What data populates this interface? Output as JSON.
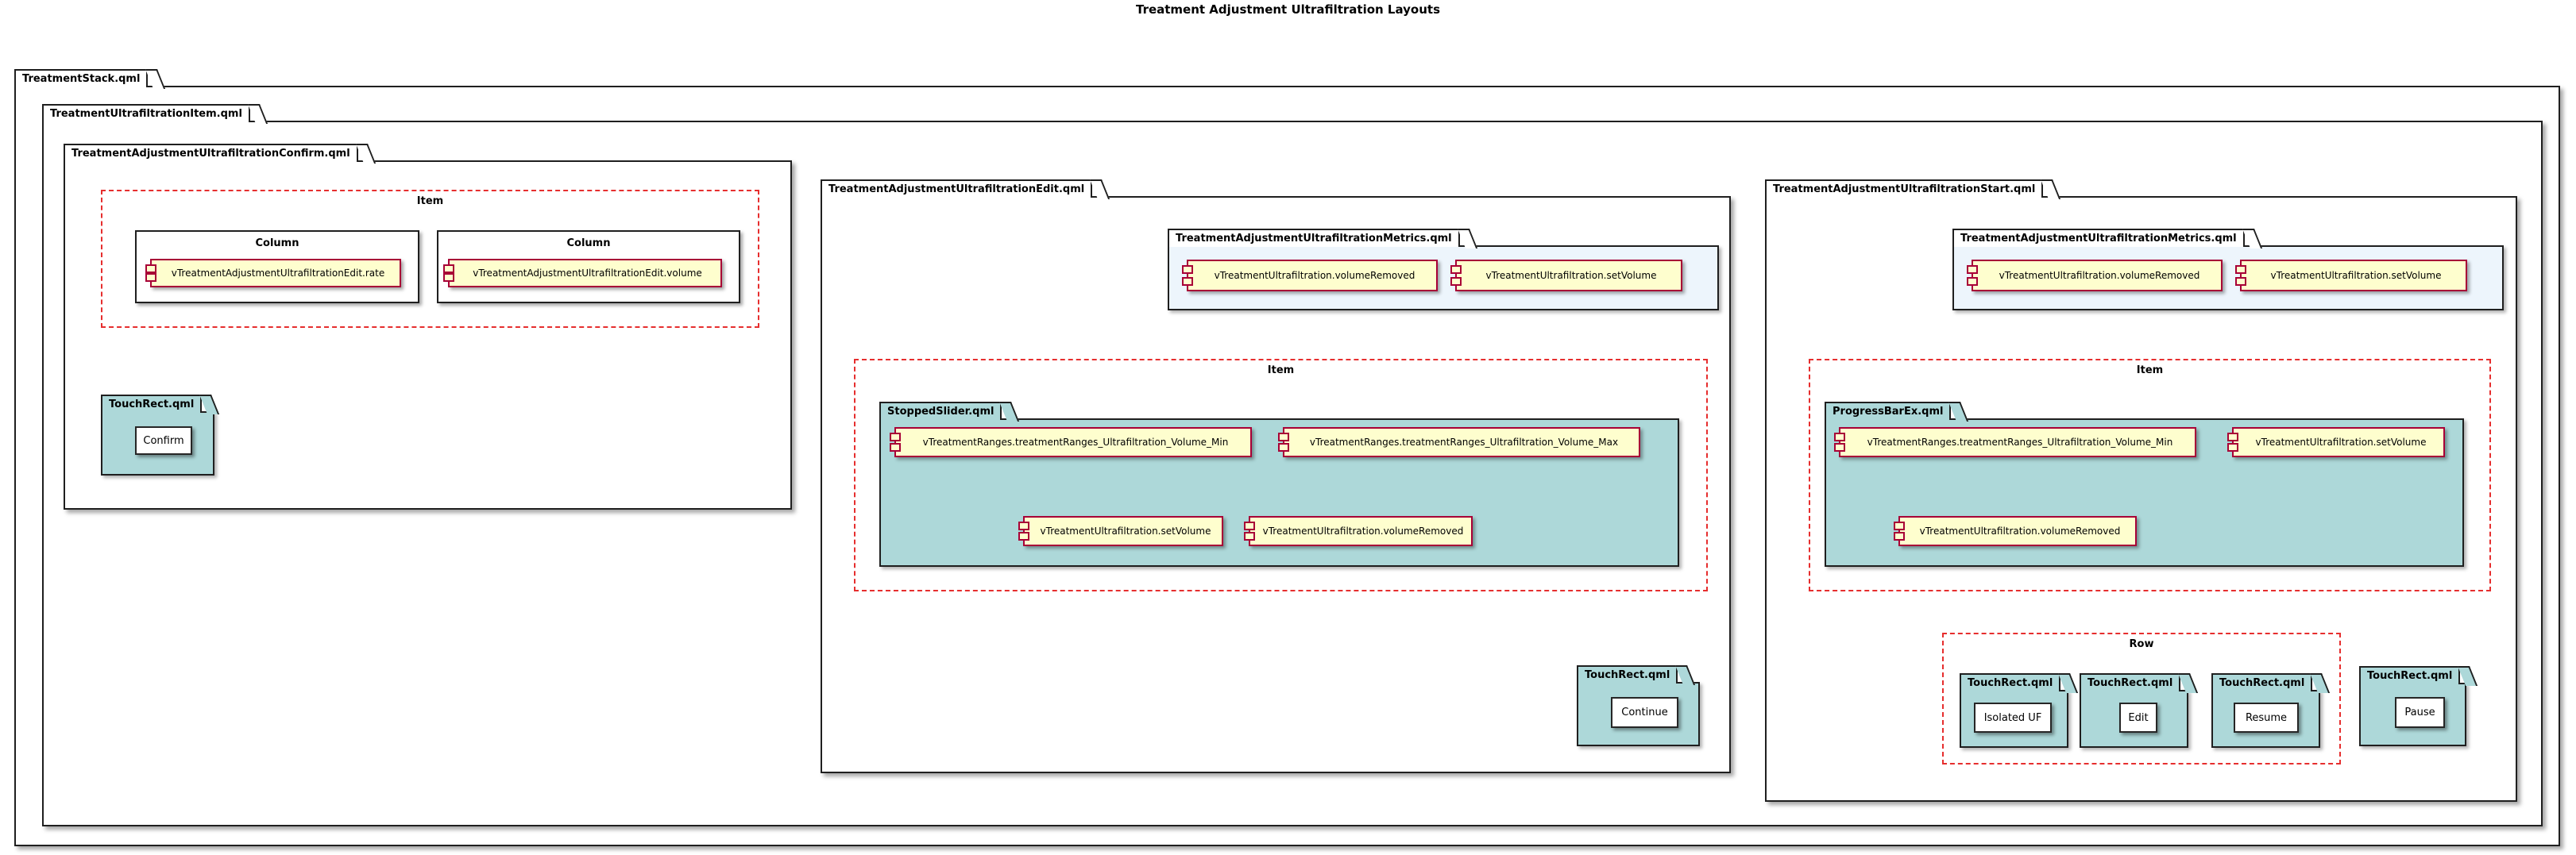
{
  "title": "Treatment Adjustment Ultrafiltration Layouts",
  "colors": {
    "frame_border": "#1F1F1F",
    "touchrect_fill": "#ADD8D9",
    "metrics_fill": "#EDF5FC",
    "component_fill": "#FEFECE",
    "component_border": "#A80036",
    "group_dashed_border": "#E62E2E"
  },
  "frames": {
    "stack": {
      "label": "TreatmentStack.qml"
    },
    "item": {
      "label": "TreatmentUltrafiltrationItem.qml"
    },
    "confirm": {
      "label": "TreatmentAdjustmentUltrafiltrationConfirm.qml",
      "item_group": {
        "label": "Item",
        "columns": [
          {
            "label": "Column",
            "component": "vTreatmentAdjustmentUltrafiltrationEdit.rate"
          },
          {
            "label": "Column",
            "component": "vTreatmentAdjustmentUltrafiltrationEdit.volume"
          }
        ]
      },
      "touchrect": {
        "label": "TouchRect.qml",
        "button": "Confirm"
      }
    },
    "edit": {
      "label": "TreatmentAdjustmentUltrafiltrationEdit.qml",
      "metrics": {
        "label": "TreatmentAdjustmentUltrafiltrationMetrics.qml",
        "components": [
          "vTreatmentUltrafiltration.volumeRemoved",
          "vTreatmentUltrafiltration.setVolume"
        ]
      },
      "item_group": {
        "label": "Item",
        "slider": {
          "label": "StoppedSlider.qml",
          "row1": [
            "vTreatmentRanges.treatmentRanges_Ultrafiltration_Volume_Min",
            "vTreatmentRanges.treatmentRanges_Ultrafiltration_Volume_Max"
          ],
          "row2": [
            "vTreatmentUltrafiltration.setVolume",
            "vTreatmentUltrafiltration.volumeRemoved"
          ]
        }
      },
      "touchrect": {
        "label": "TouchRect.qml",
        "button": "Continue"
      }
    },
    "start": {
      "label": "TreatmentAdjustmentUltrafiltrationStart.qml",
      "metrics": {
        "label": "TreatmentAdjustmentUltrafiltrationMetrics.qml",
        "components": [
          "vTreatmentUltrafiltration.volumeRemoved",
          "vTreatmentUltrafiltration.setVolume"
        ]
      },
      "item_group": {
        "label": "Item",
        "progressbar": {
          "label": "ProgressBarEx.qml",
          "row1": [
            "vTreatmentRanges.treatmentRanges_Ultrafiltration_Volume_Min",
            "vTreatmentUltrafiltration.setVolume"
          ],
          "row2": [
            "vTreatmentUltrafiltration.volumeRemoved"
          ]
        }
      },
      "row_group": {
        "label": "Row",
        "touchrects": [
          {
            "label": "TouchRect.qml",
            "button": "Isolated UF"
          },
          {
            "label": "TouchRect.qml",
            "button": "Edit"
          },
          {
            "label": "TouchRect.qml",
            "button": "Resume"
          }
        ]
      },
      "pause_touchrect": {
        "label": "TouchRect.qml",
        "button": "Pause"
      }
    }
  }
}
